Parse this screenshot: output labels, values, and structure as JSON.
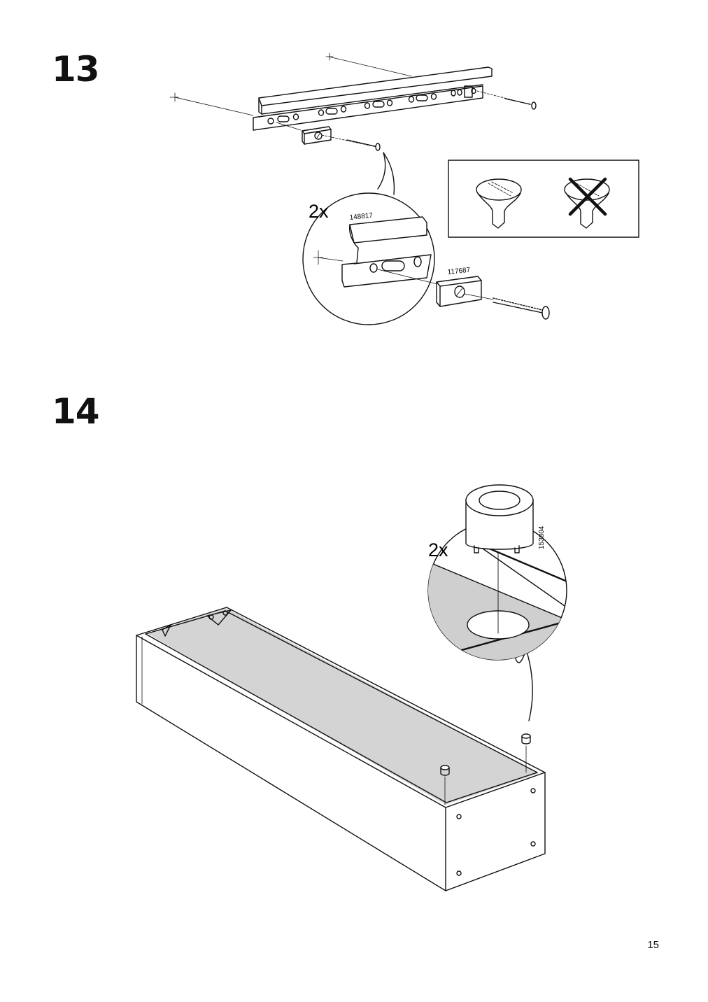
{
  "steps": [
    {
      "number": "13",
      "detail": {
        "quantity": "2x",
        "rail_part": "148817",
        "block_part": "117687"
      }
    },
    {
      "number": "14",
      "detail": {
        "quantity": "2x",
        "foot_part": "153804"
      }
    }
  ],
  "page_number": "15"
}
